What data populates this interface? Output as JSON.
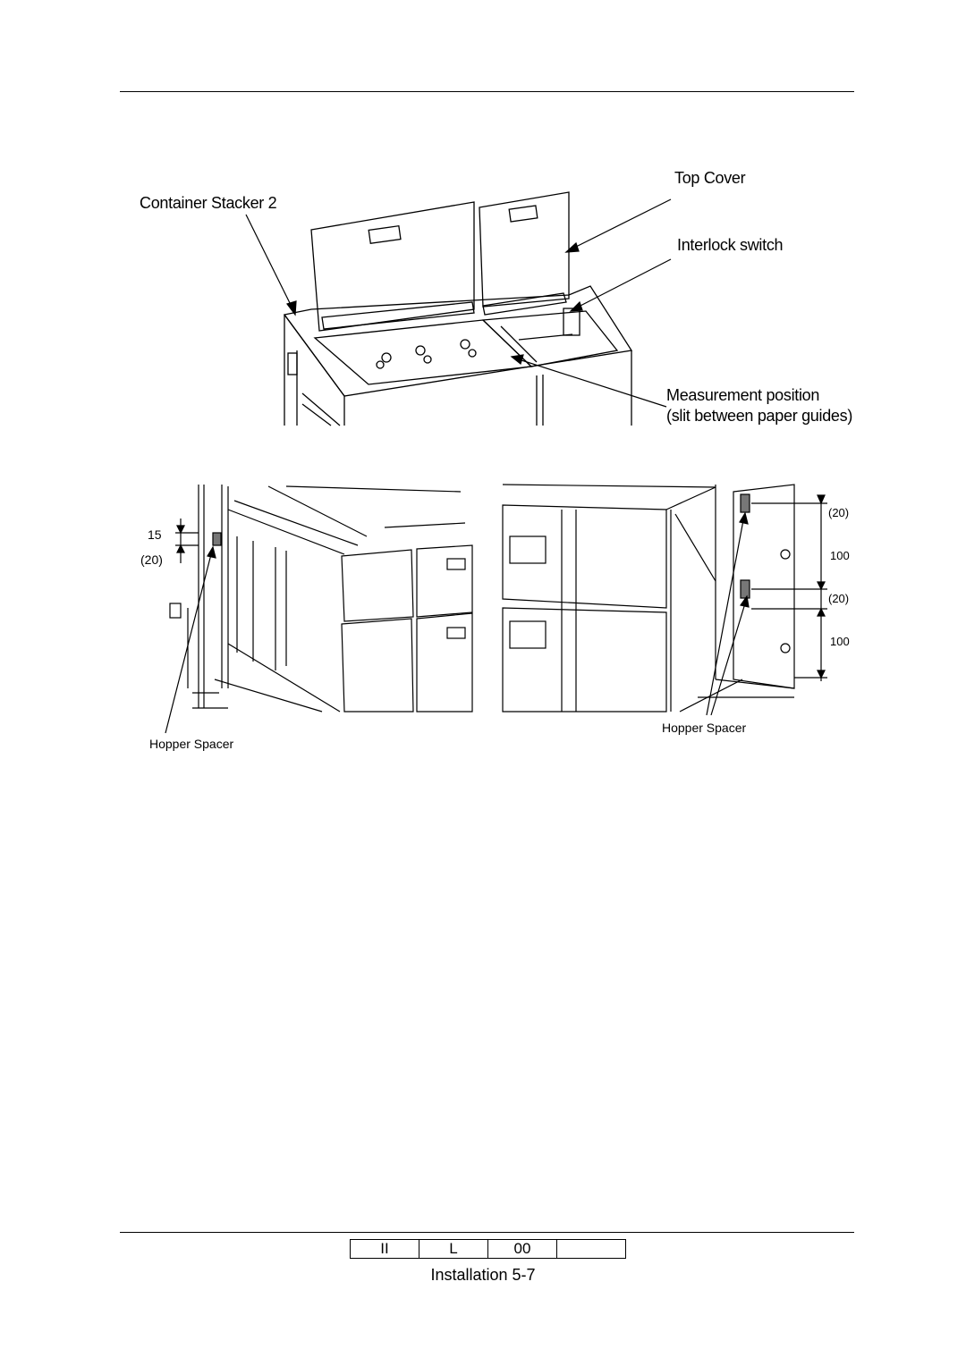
{
  "figure_top": {
    "labels": {
      "container_stacker": "Container Stacker 2",
      "top_cover": "Top Cover",
      "interlock_switch": "Interlock switch",
      "measurement_line1": "Measurement position",
      "measurement_line2": "(slit between paper guides)"
    }
  },
  "figure_left": {
    "dim_top": "15",
    "dim_bottom": "(20)",
    "spacer_label": "Hopper Spacer"
  },
  "figure_right": {
    "dims": [
      "(20)",
      "100",
      "(20)",
      "100"
    ],
    "spacer_label": "Hopper Spacer"
  },
  "footer": {
    "revision_cells": [
      "II",
      "L",
      "00",
      ""
    ],
    "page_label": "Installation 5-7"
  }
}
